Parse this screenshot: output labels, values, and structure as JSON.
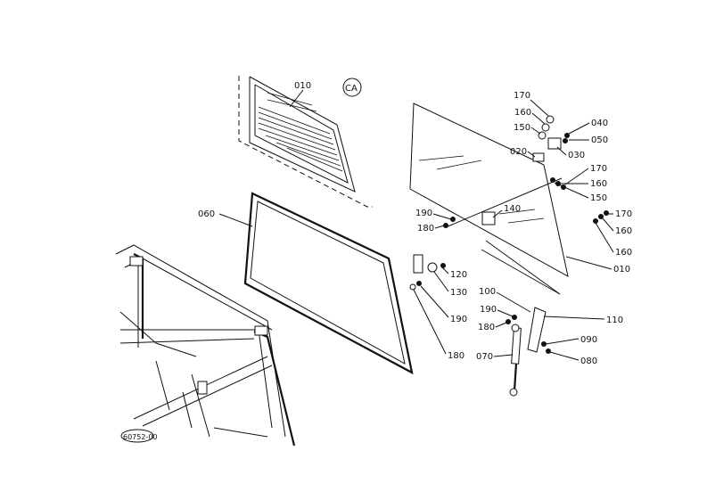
{
  "diagram": {
    "callouts": {
      "c010_top": "010",
      "ca": "CA",
      "c060": "060",
      "c170a": "170",
      "c160a": "160",
      "c150a": "150",
      "c040": "040",
      "c050": "050",
      "c020": "020",
      "c030": "030",
      "c170b": "170",
      "c160b": "160",
      "c150b": "150",
      "c170c": "170",
      "c160c": "160",
      "c160d": "160",
      "c190a": "190",
      "c180a": "180",
      "c140": "140",
      "c120": "120",
      "c130": "130",
      "c010_right": "010",
      "c190b": "190",
      "c180b": "180",
      "c100": "100",
      "c190c": "190",
      "c180c": "180",
      "c110": "110",
      "c090": "090",
      "c070": "070",
      "c080": "080"
    },
    "reference_code": "60752-00"
  }
}
